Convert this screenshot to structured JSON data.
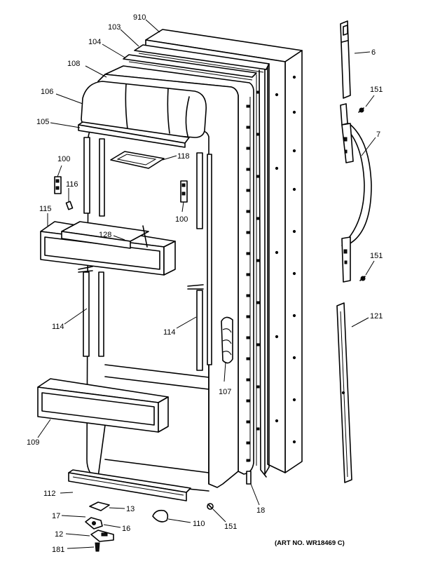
{
  "callouts": [
    {
      "id": "c910",
      "text": "910"
    },
    {
      "id": "c103",
      "text": "103"
    },
    {
      "id": "c104",
      "text": "104"
    },
    {
      "id": "c108",
      "text": "108"
    },
    {
      "id": "c106",
      "text": "106"
    },
    {
      "id": "c105",
      "text": "105"
    },
    {
      "id": "c118",
      "text": "118"
    },
    {
      "id": "c100a",
      "text": "100"
    },
    {
      "id": "c116",
      "text": "116"
    },
    {
      "id": "c100b",
      "text": "100"
    },
    {
      "id": "c115",
      "text": "115"
    },
    {
      "id": "c128",
      "text": "128"
    },
    {
      "id": "c114a",
      "text": "114"
    },
    {
      "id": "c114b",
      "text": "114"
    },
    {
      "id": "c107",
      "text": "107"
    },
    {
      "id": "c109",
      "text": "109"
    },
    {
      "id": "c112",
      "text": "112"
    },
    {
      "id": "c13",
      "text": "13"
    },
    {
      "id": "c17",
      "text": "17"
    },
    {
      "id": "c16",
      "text": "16"
    },
    {
      "id": "c12",
      "text": "12"
    },
    {
      "id": "c110",
      "text": "110"
    },
    {
      "id": "c151c",
      "text": "151"
    },
    {
      "id": "c18",
      "text": "18"
    },
    {
      "id": "c181",
      "text": "181"
    },
    {
      "id": "c6",
      "text": "6"
    },
    {
      "id": "c151a",
      "text": "151"
    },
    {
      "id": "c7",
      "text": "7"
    },
    {
      "id": "c151b",
      "text": "151"
    },
    {
      "id": "c121",
      "text": "121"
    }
  ],
  "art_number": "(ART NO. WR18469 C)"
}
